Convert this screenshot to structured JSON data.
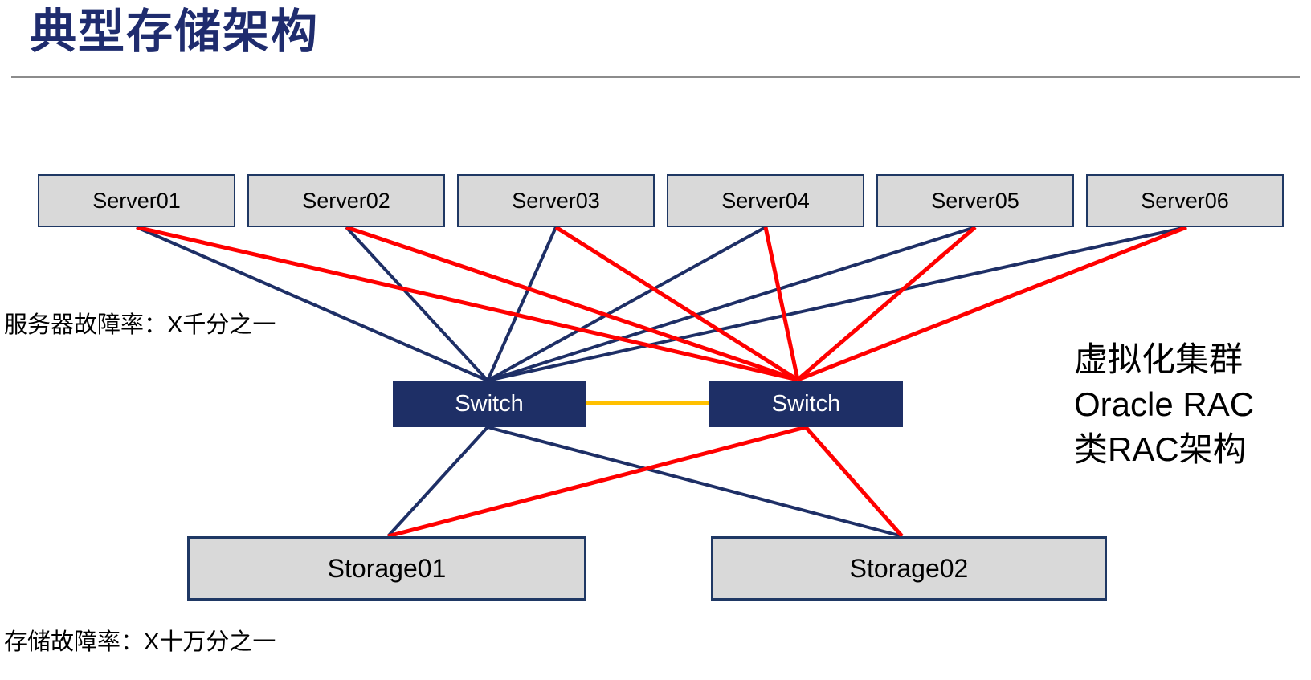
{
  "page": {
    "title": "典型存储架构",
    "labels": {
      "server_failure_rate": "服务器故障率：X千分之一",
      "storage_failure_rate": "存储故障率：X十万分之一"
    },
    "note_lines": [
      "虚拟化集群",
      "Oracle RAC",
      "类RAC架构"
    ],
    "colors": {
      "navy": "#1e2f66",
      "red": "#ff0000",
      "orange": "#ffc000",
      "node_fill": "#d9d9d9",
      "node_border": "#1f3864",
      "divider_gray": "#8c8c8c",
      "title_navy": "#1f2c6e",
      "switch_text": "#ffffff"
    }
  },
  "diagram": {
    "servers": [
      {
        "id": "server01",
        "label": "Server01"
      },
      {
        "id": "server02",
        "label": "Server02"
      },
      {
        "id": "server03",
        "label": "Server03"
      },
      {
        "id": "server04",
        "label": "Server04"
      },
      {
        "id": "server05",
        "label": "Server05"
      },
      {
        "id": "server06",
        "label": "Server06"
      }
    ],
    "switches": [
      {
        "id": "switch-left",
        "label": "Switch"
      },
      {
        "id": "switch-right",
        "label": "Switch"
      }
    ],
    "storages": [
      {
        "id": "storage01",
        "label": "Storage01"
      },
      {
        "id": "storage02",
        "label": "Storage02"
      }
    ],
    "links": [
      {
        "from": "server01",
        "to": "switch-left",
        "color": "navy"
      },
      {
        "from": "server02",
        "to": "switch-left",
        "color": "navy"
      },
      {
        "from": "server03",
        "to": "switch-left",
        "color": "navy"
      },
      {
        "from": "server04",
        "to": "switch-left",
        "color": "navy"
      },
      {
        "from": "server05",
        "to": "switch-left",
        "color": "navy"
      },
      {
        "from": "server06",
        "to": "switch-left",
        "color": "navy"
      },
      {
        "from": "server01",
        "to": "switch-right",
        "color": "red"
      },
      {
        "from": "server02",
        "to": "switch-right",
        "color": "red"
      },
      {
        "from": "server03",
        "to": "switch-right",
        "color": "red"
      },
      {
        "from": "server04",
        "to": "switch-right",
        "color": "red"
      },
      {
        "from": "server05",
        "to": "switch-right",
        "color": "red"
      },
      {
        "from": "server06",
        "to": "switch-right",
        "color": "red"
      },
      {
        "from": "switch-left",
        "to": "switch-right",
        "color": "orange"
      },
      {
        "from": "switch-left",
        "to": "storage01",
        "color": "navy"
      },
      {
        "from": "switch-left",
        "to": "storage02",
        "color": "navy"
      },
      {
        "from": "switch-right",
        "to": "storage01",
        "color": "red"
      },
      {
        "from": "switch-right",
        "to": "storage02",
        "color": "red"
      }
    ]
  }
}
